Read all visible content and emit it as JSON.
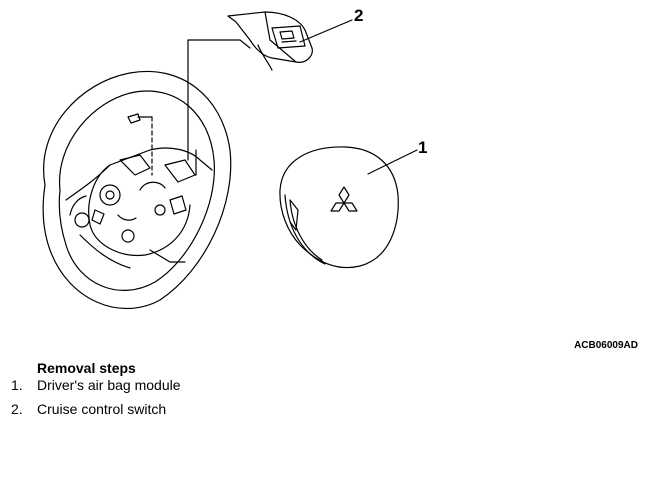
{
  "figure": {
    "callouts": [
      "1",
      "2"
    ],
    "code": "ACB06009AD"
  },
  "removal": {
    "title": "Removal steps",
    "steps": [
      {
        "num": "1.",
        "label": "Driver's air bag module"
      },
      {
        "num": "2.",
        "label": "Cruise control switch"
      }
    ]
  }
}
